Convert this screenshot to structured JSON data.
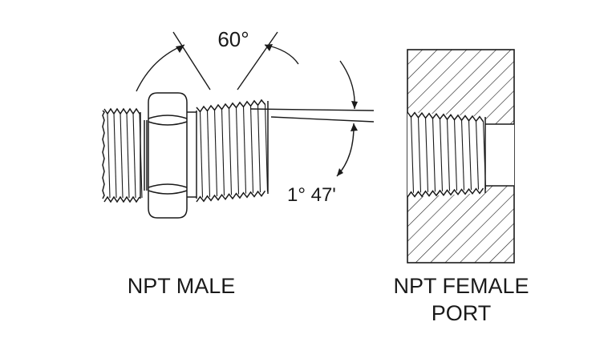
{
  "labels": {
    "thread_angle": "60°",
    "taper_angle": "1° 47'",
    "male_caption": "NPT MALE",
    "female_caption_line1": "NPT FEMALE",
    "female_caption_line2": "PORT"
  },
  "colors": {
    "line": "#1a1a1a",
    "background": "#ffffff"
  }
}
